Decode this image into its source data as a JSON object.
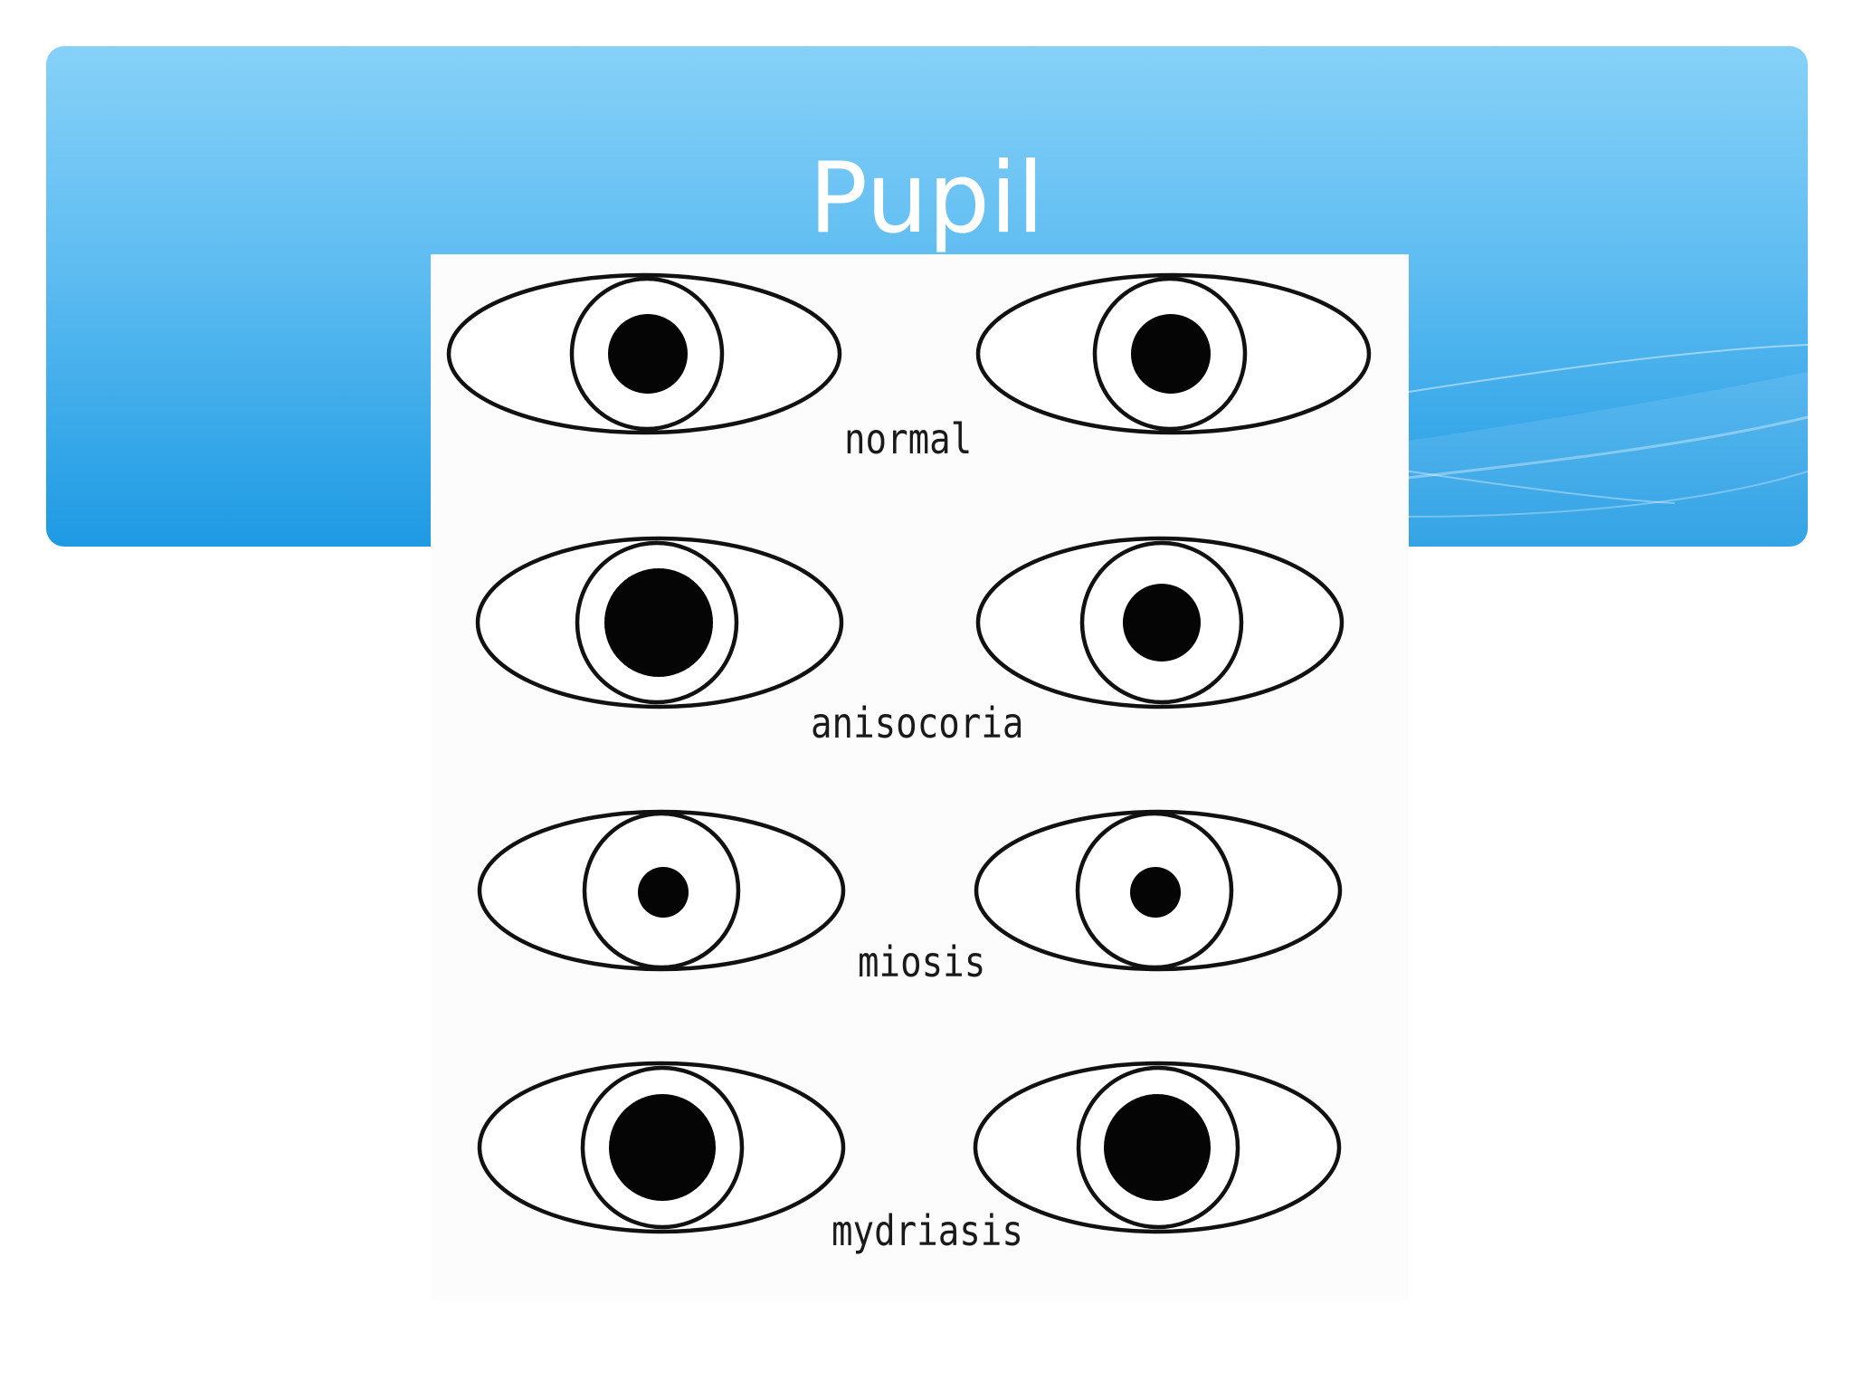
{
  "slide": {
    "title": "Pupil"
  },
  "diagram": {
    "rows": [
      {
        "label": "normal"
      },
      {
        "label": "anisocoria"
      },
      {
        "label": "miosis"
      },
      {
        "label": "mydriasis"
      }
    ]
  }
}
